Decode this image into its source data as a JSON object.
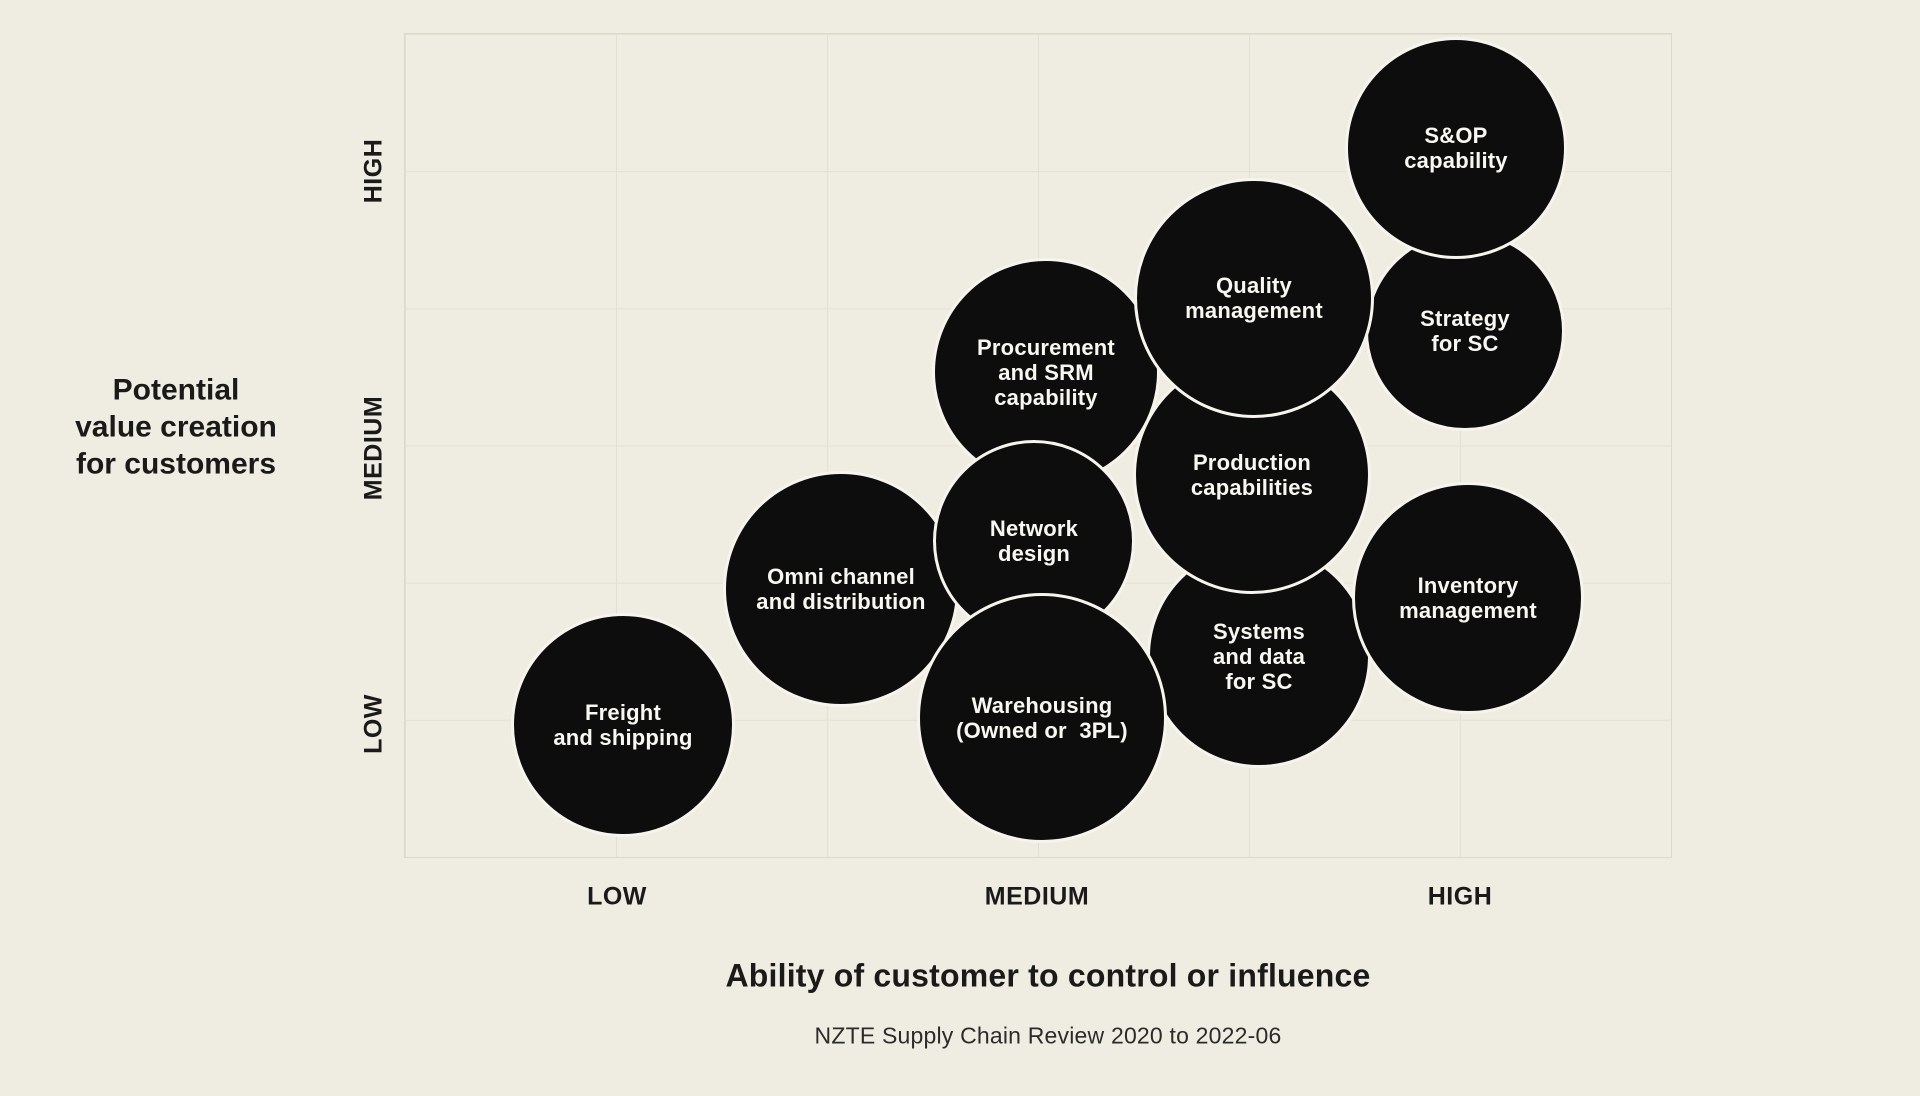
{
  "colors": {
    "background": "#efede2",
    "grid_line": "#e3e0d3",
    "plot_border": "#dcd9cb",
    "bubble_fill": "#0d0d0d",
    "bubble_outline": "#f6f4ec",
    "bubble_text": "#f8f7f1",
    "axis_text": "#1a1a1a"
  },
  "y_axis": {
    "title_lines": [
      "Potential",
      "value creation",
      "for customers"
    ],
    "ticks": {
      "top": "HIGH",
      "middle": "MEDIUM",
      "bottom": "LOW"
    }
  },
  "x_axis": {
    "title": "Ability of customer to control or influence",
    "ticks": {
      "left": "LOW",
      "middle": "MEDIUM",
      "right": "HIGH"
    }
  },
  "caption": "NZTE Supply Chain Review 2020 to 2022-06",
  "chart_data": {
    "type": "bubble",
    "title": "",
    "xlabel": "Ability of customer to control or influence",
    "ylabel": "Potential value creation for customers",
    "x_categories": [
      "LOW",
      "MEDIUM",
      "HIGH"
    ],
    "y_categories": [
      "LOW",
      "MEDIUM",
      "HIGH"
    ],
    "grid": "6x6 faint grid; category labels sit on alternate gridlines",
    "legend": "none",
    "score_note": "x_score/y_score are 0-100 positions measured from bottom-left of the plot",
    "bubbles": [
      {
        "label": "Freight and shipping",
        "lines": [
          "Freight",
          "and shipping"
        ],
        "x": "LOW",
        "y": "LOW",
        "x_score": 17,
        "y_score": 16,
        "radius_px": 112
      },
      {
        "label": "Omni channel and distribution",
        "lines": [
          "Omni channel",
          "and distribution"
        ],
        "x": "LOW-MEDIUM",
        "y": "LOW-MEDIUM",
        "x_score": 34,
        "y_score": 33,
        "radius_px": 118
      },
      {
        "label": "Warehousing (Owned or 3PL)",
        "lines": [
          "Warehousing",
          "(Owned or  3PL)"
        ],
        "x": "MEDIUM",
        "y": "LOW",
        "x_score": 50,
        "y_score": 17,
        "radius_px": 125
      },
      {
        "label": "Network design",
        "lines": [
          "Network",
          "design"
        ],
        "x": "MEDIUM",
        "y": "LOW-MEDIUM",
        "x_score": 50,
        "y_score": 39,
        "radius_px": 101
      },
      {
        "label": "Procurement and SRM capability",
        "lines": [
          "Procurement",
          "and SRM",
          "capability"
        ],
        "x": "MEDIUM",
        "y": "MEDIUM",
        "x_score": 51,
        "y_score": 59,
        "radius_px": 114
      },
      {
        "label": "Production capabilities",
        "lines": [
          "Production",
          "capabilities"
        ],
        "x": "MEDIUM-HIGH",
        "y": "MEDIUM",
        "x_score": 67,
        "y_score": 47,
        "radius_px": 119
      },
      {
        "label": "Systems and data for SC",
        "lines": [
          "Systems",
          "and data",
          "for SC"
        ],
        "x": "MEDIUM-HIGH",
        "y": "LOW-MEDIUM",
        "x_score": 67,
        "y_score": 25,
        "radius_px": 112
      },
      {
        "label": "Quality management",
        "lines": [
          "Quality",
          "management"
        ],
        "x": "MEDIUM-HIGH",
        "y": "MEDIUM-HIGH",
        "x_score": 67,
        "y_score": 68,
        "radius_px": 120
      },
      {
        "label": "Strategy for SC",
        "lines": [
          "Strategy",
          "for SC"
        ],
        "x": "HIGH",
        "y": "MEDIUM-HIGH",
        "x_score": 84,
        "y_score": 64,
        "radius_px": 100
      },
      {
        "label": "S&OP capability",
        "lines": [
          "S&OP",
          "capability"
        ],
        "x": "HIGH",
        "y": "HIGH",
        "x_score": 83,
        "y_score": 86,
        "radius_px": 111
      },
      {
        "label": "Inventory management",
        "lines": [
          "Inventory",
          "management"
        ],
        "x": "HIGH",
        "y": "LOW-MEDIUM",
        "x_score": 84,
        "y_score": 32,
        "radius_px": 116
      }
    ]
  }
}
